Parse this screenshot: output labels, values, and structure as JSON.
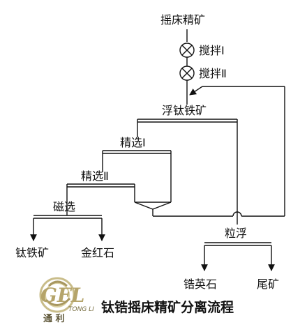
{
  "nodes": {
    "feed": "摇床精矿",
    "stir1": "搅拌Ⅰ",
    "stir2": "搅拌Ⅱ",
    "float": "浮钛铁矿",
    "clean1": "精选Ⅰ",
    "clean2": "精选Ⅱ",
    "magnetic": "磁选",
    "ilmenite": "钛铁矿",
    "rutile": "金红石",
    "granular_float": "粒浮",
    "zircon": "锆英石",
    "tailings": "尾矿"
  },
  "caption": "钛锆摇床精矿分离流程",
  "logo": {
    "text_cn": "通 利",
    "text_en": "TONG LI",
    "letters": "GFL",
    "accent_color": "#b5a46a"
  }
}
